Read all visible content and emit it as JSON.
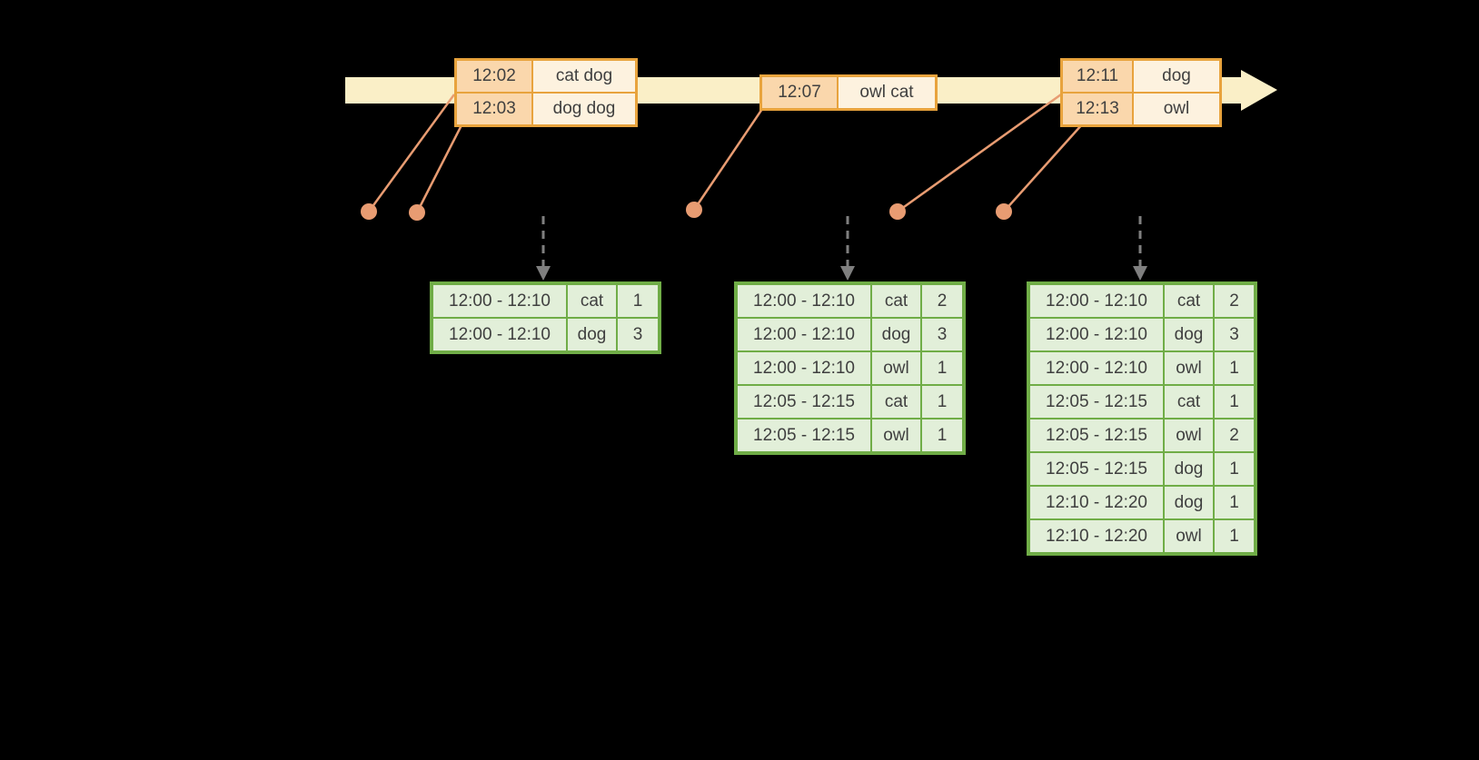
{
  "event_tables": [
    {
      "rows": [
        [
          "12:02",
          "cat dog"
        ],
        [
          "12:03",
          "dog dog"
        ]
      ]
    },
    {
      "rows": [
        [
          "12:07",
          "owl cat"
        ]
      ]
    },
    {
      "rows": [
        [
          "12:11",
          "dog"
        ],
        [
          "12:13",
          "owl"
        ]
      ]
    }
  ],
  "result_tables": [
    {
      "rows": [
        [
          "12:00 - 12:10",
          "cat",
          "1"
        ],
        [
          "12:00 - 12:10",
          "dog",
          "3"
        ]
      ]
    },
    {
      "rows": [
        [
          "12:00 - 12:10",
          "cat",
          "2"
        ],
        [
          "12:00 - 12:10",
          "dog",
          "3"
        ],
        [
          "12:00 - 12:10",
          "owl",
          "1"
        ],
        [
          "12:05 - 12:15",
          "cat",
          "1"
        ],
        [
          "12:05 - 12:15",
          "owl",
          "1"
        ]
      ]
    },
    {
      "rows": [
        [
          "12:00 - 12:10",
          "cat",
          "2"
        ],
        [
          "12:00 - 12:10",
          "dog",
          "3"
        ],
        [
          "12:00 - 12:10",
          "owl",
          "1"
        ],
        [
          "12:05 - 12:15",
          "cat",
          "1"
        ],
        [
          "12:05 - 12:15",
          "owl",
          "2"
        ],
        [
          "12:05 - 12:15",
          "dog",
          "1"
        ],
        [
          "12:10 - 12:20",
          "dog",
          "1"
        ],
        [
          "12:10 - 12:20",
          "owl",
          "1"
        ]
      ]
    }
  ],
  "colors": {
    "background": "#000000",
    "timeline_fill": "#FAEFC7",
    "event_border": "#E8A33D",
    "event_time_fill": "#FAD7AC",
    "event_word_fill": "#FDF2DF",
    "connector": "#E89C72",
    "arrow_gray": "#7F7F7F",
    "result_border": "#70AD47",
    "result_cell_fill": "#E2EFD9",
    "text": "#3F3F3F"
  }
}
